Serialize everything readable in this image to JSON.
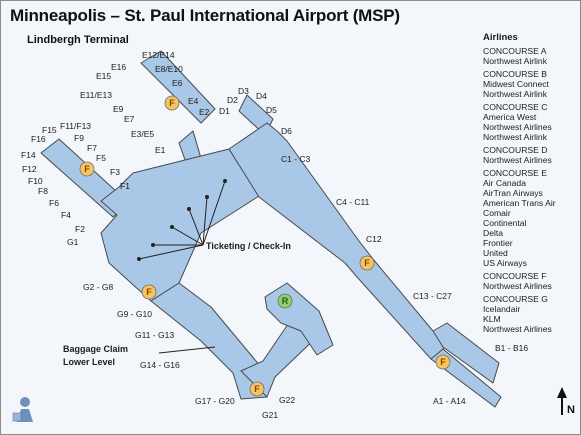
{
  "title": "Minneapolis – St. Paul International Airport (MSP)",
  "terminal": "Lindbergh Terminal",
  "legend_title": "Airlines",
  "concourses": [
    {
      "name": "CONCOURSE A",
      "airlines": [
        "Northwest Airlink"
      ]
    },
    {
      "name": "CONCOURSE B",
      "airlines": [
        "Midwest Connect",
        "Northwest Airlink"
      ]
    },
    {
      "name": "CONCOURSE C",
      "airlines": [
        "America West",
        "Northwest Airlines",
        "Northwest Airlink"
      ]
    },
    {
      "name": "CONCOURSE D",
      "airlines": [
        "Northwest Airlines"
      ]
    },
    {
      "name": "CONCOURSE E",
      "airlines": [
        "Air Canada",
        "AirTran Airways",
        "American Trans Air",
        "Comair",
        "Continental",
        "Delta",
        "Frontier",
        "United",
        "US Airways"
      ]
    },
    {
      "name": "CONCOURSE F",
      "airlines": [
        "Northwest Airlines"
      ]
    },
    {
      "name": "CONCOURSE G",
      "airlines": [
        "Icelandair",
        "KLM",
        "Northwest Airlines"
      ]
    }
  ],
  "gates": [
    "E12/E14",
    "E16",
    "E8/E10",
    "E15",
    "E6",
    "E11/E13",
    "E9",
    "E4",
    "E7",
    "E2",
    "E3/E5",
    "E1",
    "D3",
    "D4",
    "D2",
    "D1",
    "D5",
    "D6",
    "C1 - C3",
    "F15",
    "F11/F13",
    "F16",
    "F9",
    "F14",
    "F7",
    "F12",
    "F5",
    "F10",
    "F3",
    "F8",
    "F1",
    "F6",
    "F4",
    "F2",
    "G1",
    "C4 - C11",
    "C12",
    "G2 - G8",
    "G9 - G10",
    "G11 - G13",
    "C13 - C27",
    "G14 - G16",
    "B1 - B16",
    "G17 - G20",
    "G22",
    "G21",
    "A1 - A14"
  ],
  "callouts": {
    "ticketing": "Ticketing / Check-In",
    "baggage_line1": "Baggage Claim",
    "baggage_line2": "Lower Level"
  },
  "markers": {
    "food": "F",
    "restroom": "R"
  },
  "compass": "N",
  "colors": {
    "concourse_fill": "#a9c7e6",
    "concourse_stroke": "#4a4a4a",
    "food_marker": "#f7c45f",
    "restroom_marker": "#8fcf6f"
  }
}
